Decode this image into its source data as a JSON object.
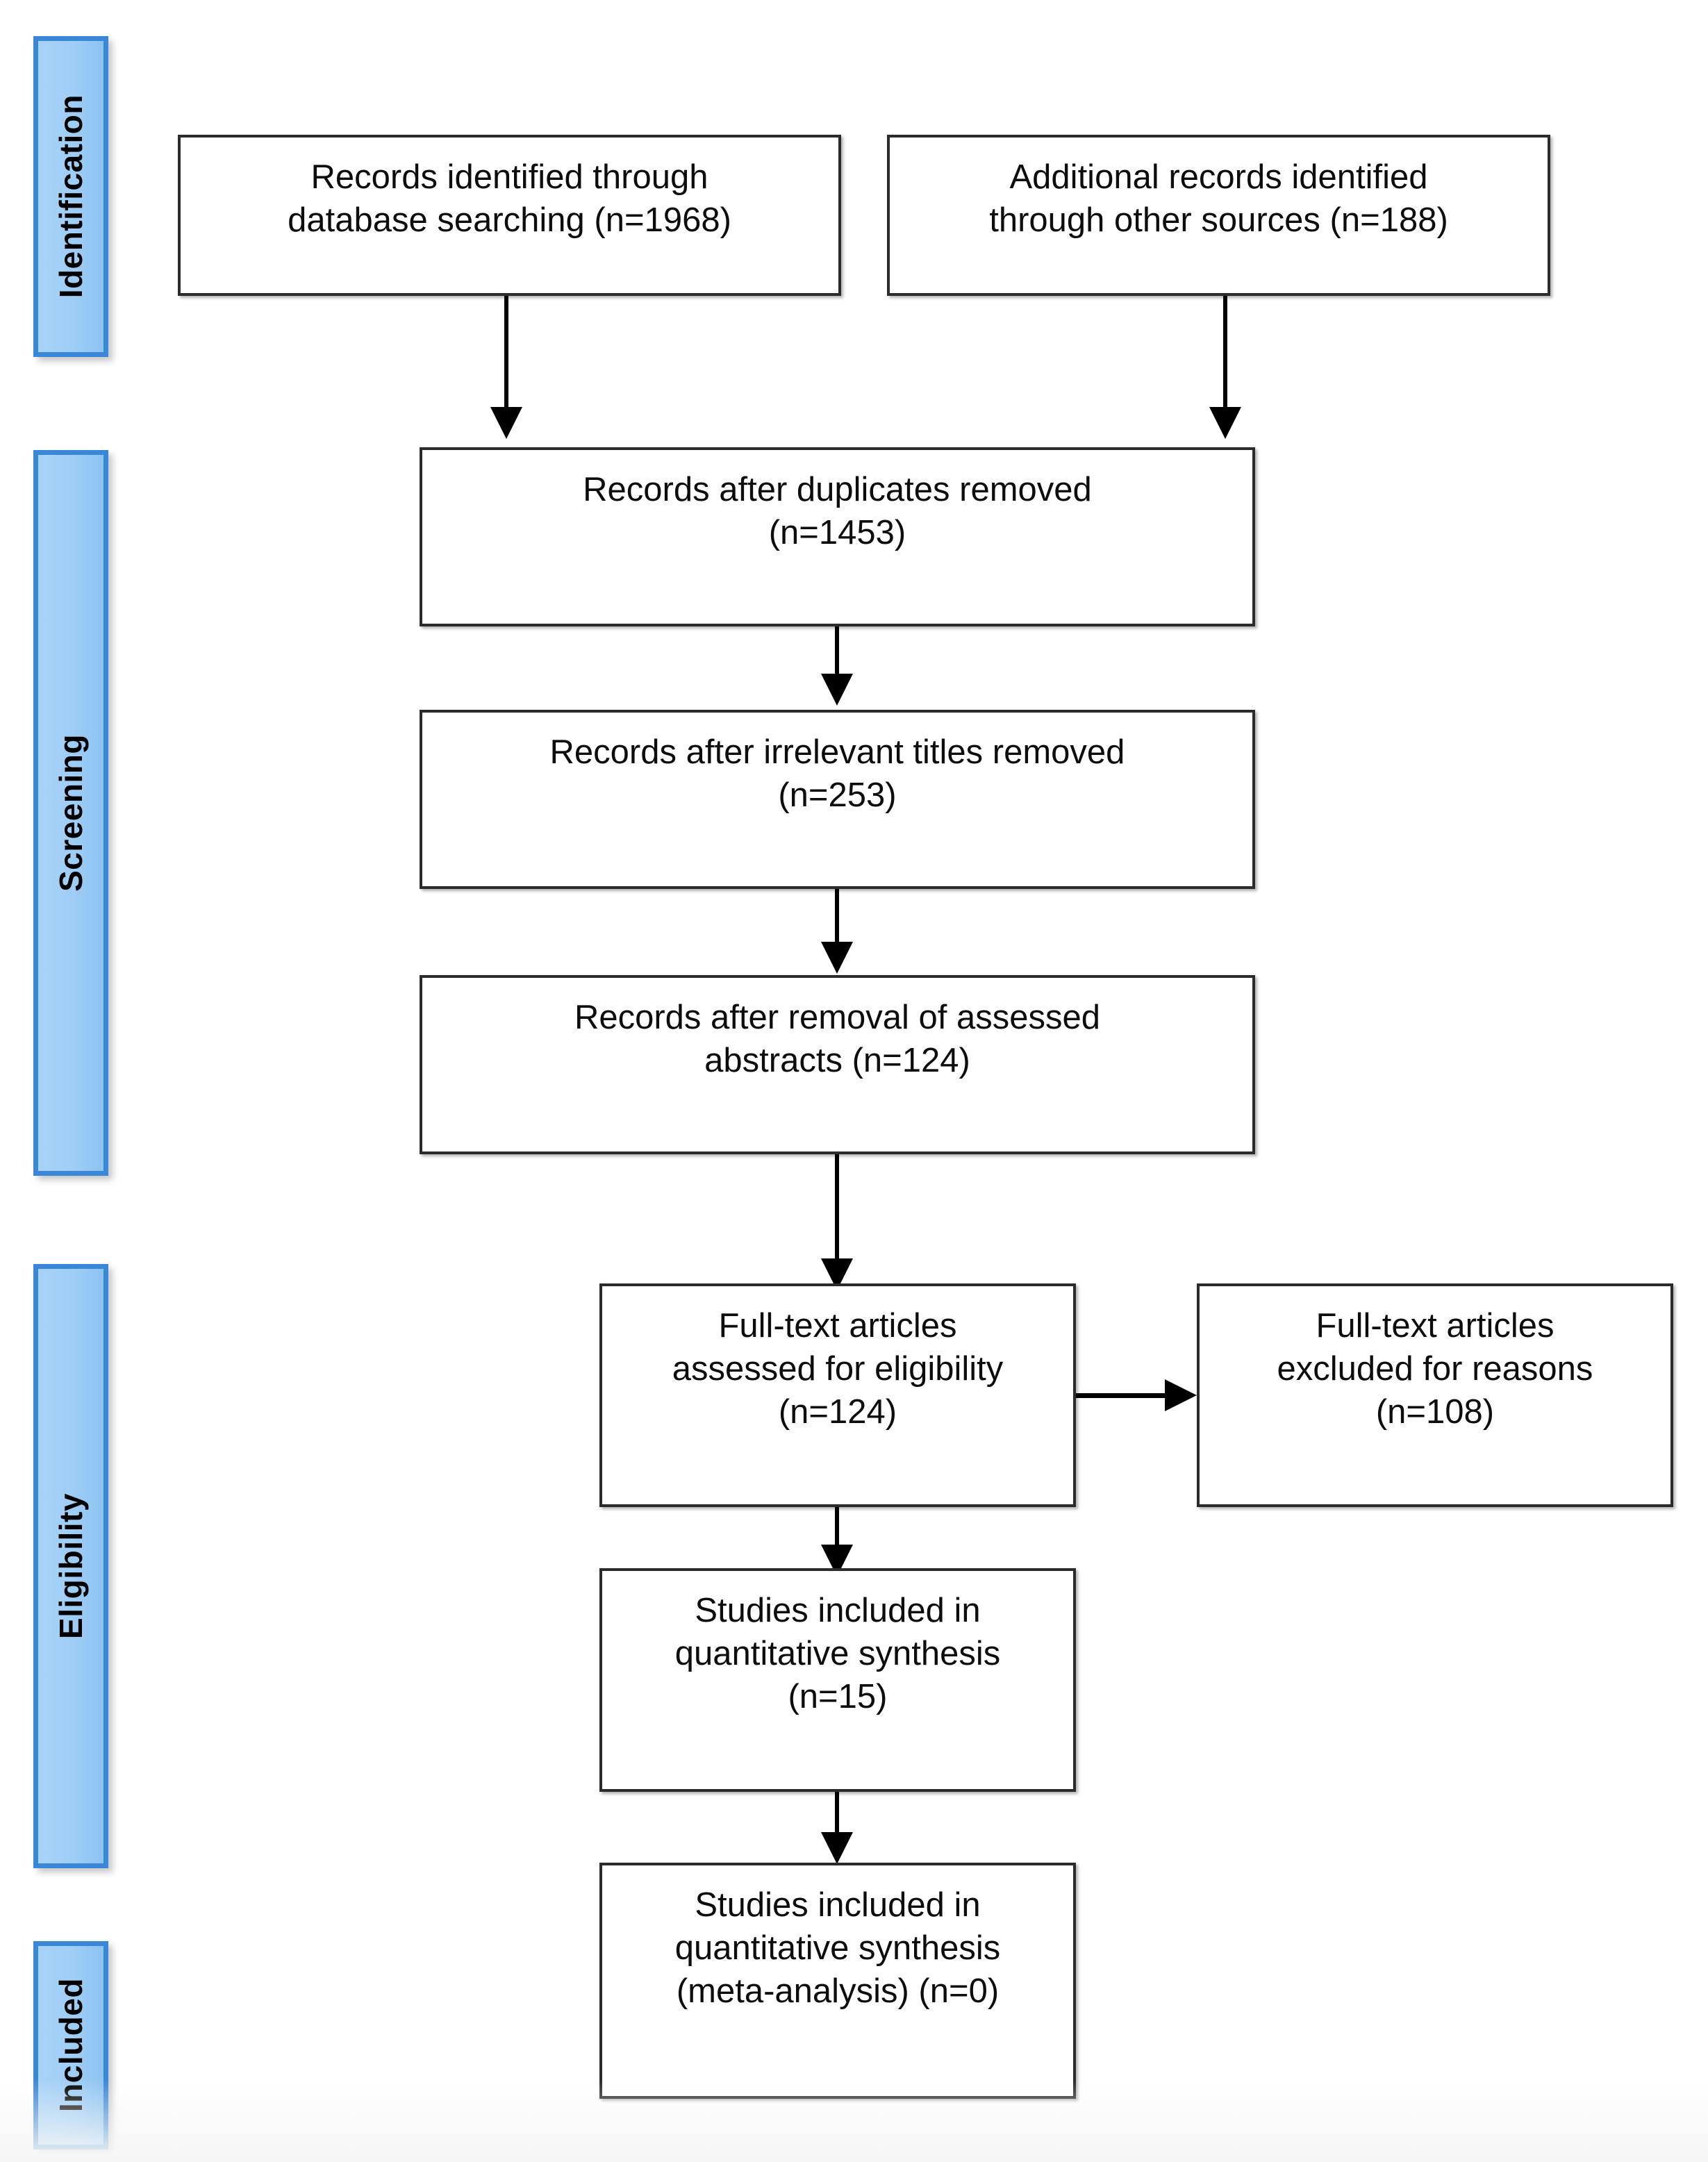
{
  "diagram": {
    "type": "prisma-flow-diagram",
    "background_color": "#ffffff",
    "stage_accent_color": "#3a87d8",
    "stage_fill_color": "#9ecdf5",
    "box_border_color": "#2b2b2b",
    "connector_color": "#000000"
  },
  "stages": [
    {
      "id": "identification",
      "label": "Identification"
    },
    {
      "id": "screening",
      "label": "Screening"
    },
    {
      "id": "eligibility",
      "label": "Eligibility"
    },
    {
      "id": "included",
      "label": "Included"
    }
  ],
  "boxes": {
    "db_search": {
      "text": "Records identified through\ndatabase searching (n=1968)",
      "count": 1968
    },
    "other_sources": {
      "text": "Additional records identified\nthrough other sources (n=188)",
      "count": 188
    },
    "duplicates_removed": {
      "text": "Records after duplicates removed\n(n=1453)",
      "count": 1453
    },
    "titles_removed": {
      "text": "Records after irrelevant titles removed\n(n=253)",
      "count": 253
    },
    "abstracts_removed": {
      "text": "Records after removal of assessed\nabstracts (n=124)",
      "count": 124
    },
    "fulltext_assessed": {
      "text": "Full-text articles\nassessed for eligibility\n(n=124)",
      "count": 124
    },
    "fulltext_excluded": {
      "text": "Full-text articles\nexcluded for reasons\n(n=108)",
      "count": 108
    },
    "quantitative_synthesis": {
      "text": "Studies included in\nquantitative synthesis\n(n=15)",
      "count": 15
    },
    "meta_analysis": {
      "text": "Studies included in\nquantitative synthesis\n(meta-analysis) (n=0)",
      "count": 0
    }
  }
}
